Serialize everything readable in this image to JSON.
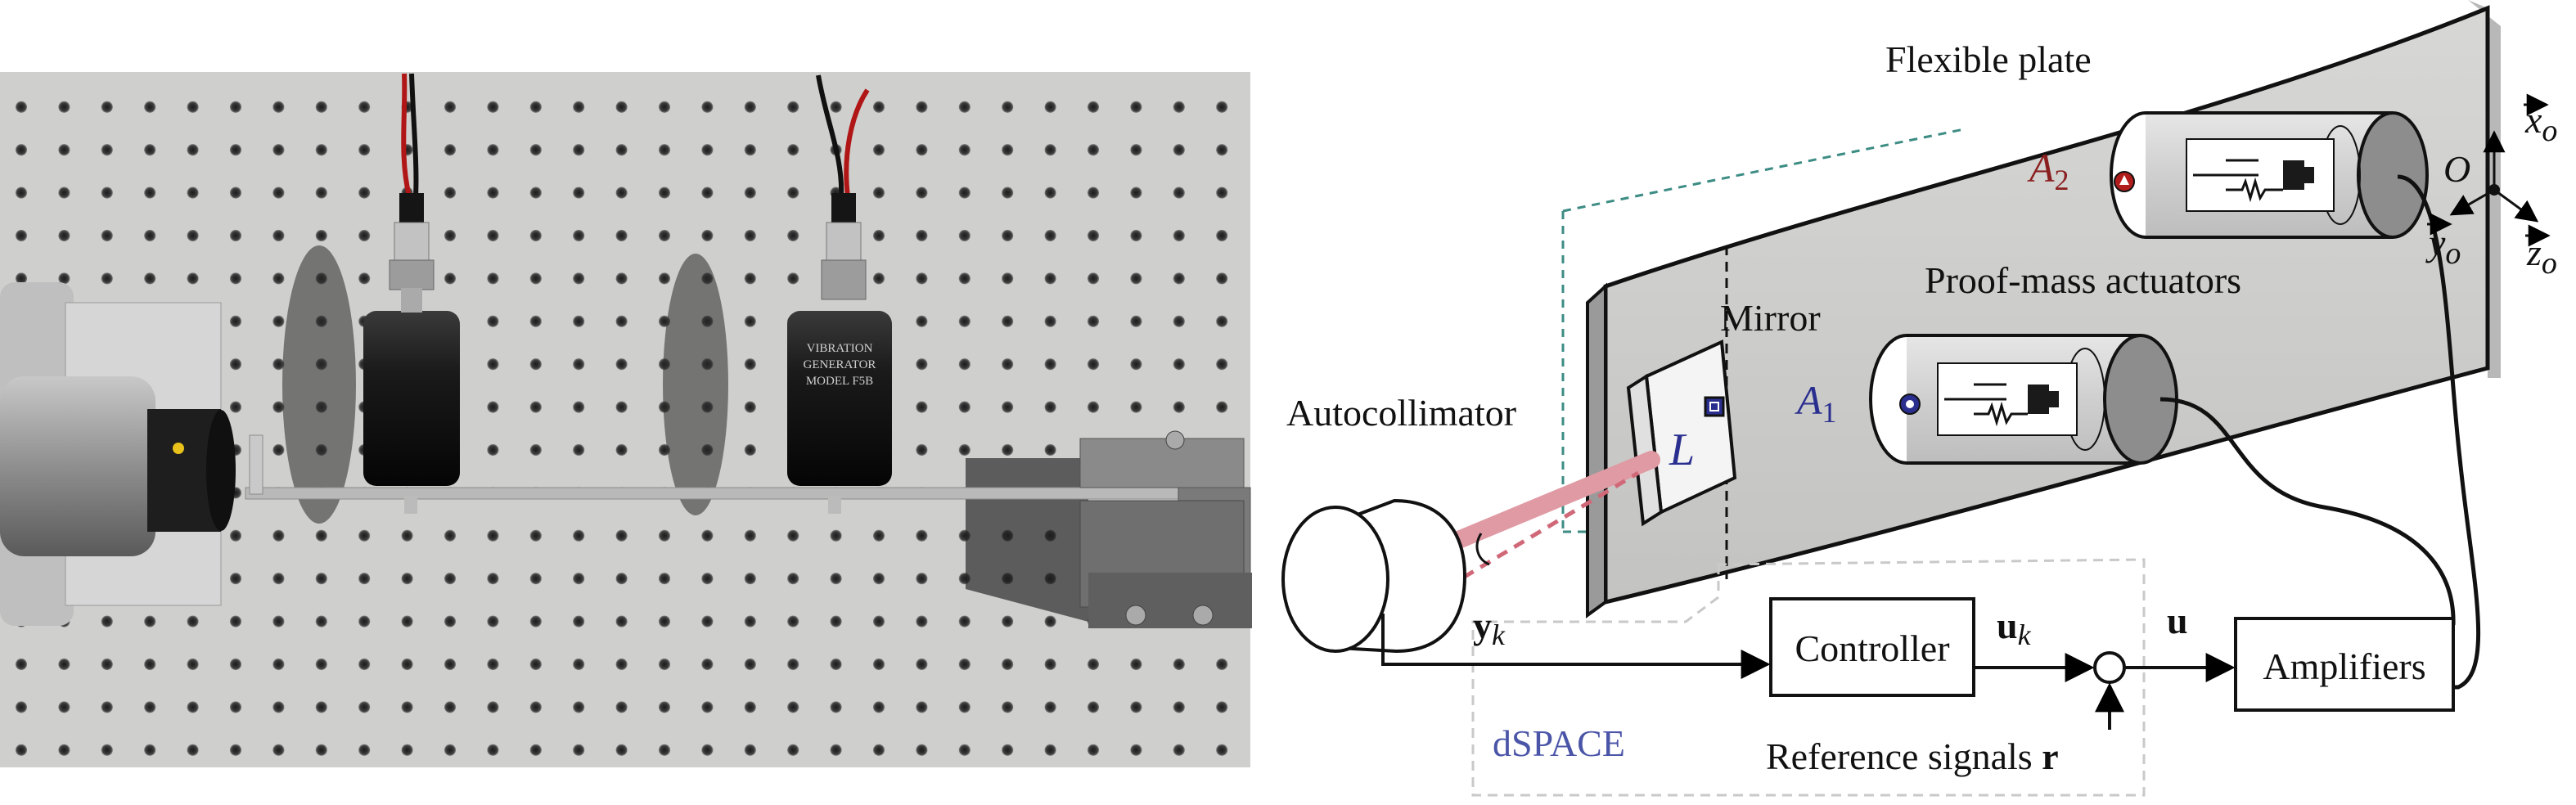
{
  "photo": {
    "description_icons": [
      "pegboard",
      "proof-mass-actuator",
      "autocollimator-head",
      "clamp"
    ],
    "actuator_label_line1": "VIBRATION",
    "actuator_label_line2": "GENERATOR",
    "actuator_label_line3": "MODEL F5B"
  },
  "schematic": {
    "flexible_plate": "Flexible plate",
    "mirror": "Mirror",
    "mirror_symbol": "L",
    "autocollimator": "Autocollimator",
    "proof_mass_actuators": "Proof-mass actuators",
    "actuator_1": "A",
    "actuator_1_sub": "1",
    "actuator_2": "A",
    "actuator_2_sub": "2",
    "origin": "O",
    "axis_x": "x",
    "axis_y": "y",
    "axis_z": "z",
    "axis_sub": "o",
    "controller": "Controller",
    "amplifiers": "Amplifiers",
    "signal_y": "y",
    "signal_y_sub": "k",
    "signal_uk": "u",
    "signal_uk_sub": "k",
    "signal_u": "u",
    "dspace": "dSPACE",
    "reference_signals": "Reference signals ",
    "reference_r": "r"
  },
  "colors": {
    "actuator_1": "#2a2f8f",
    "actuator_2": "#8a1f1f",
    "dspace": "#4b55a8",
    "laser": "#e09aa3"
  }
}
